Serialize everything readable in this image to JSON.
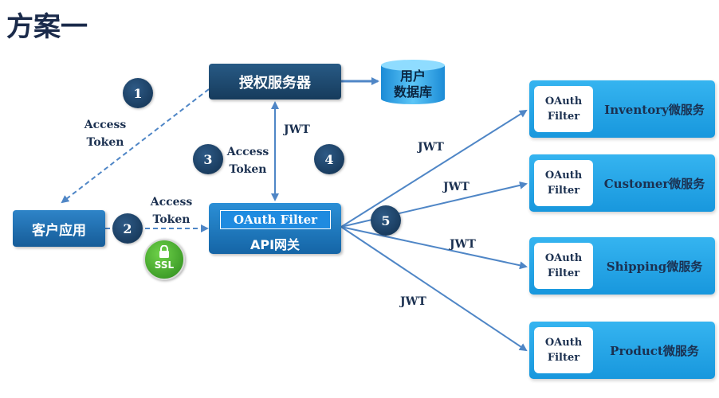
{
  "title": "方案一",
  "nodes": {
    "auth_server": "授权服务器",
    "user_db": [
      "用户",
      "数据库"
    ],
    "client": "客户应用",
    "gateway": {
      "filter": "OAuth Filter",
      "label": "API网关"
    }
  },
  "services": [
    {
      "filter": [
        "OAuth",
        "Filter"
      ],
      "name": "Inventory微服务"
    },
    {
      "filter": [
        "OAuth",
        "Filter"
      ],
      "name": "Customer微服务"
    },
    {
      "filter": [
        "OAuth",
        "Filter"
      ],
      "name": "Shipping微服务"
    },
    {
      "filter": [
        "OAuth",
        "Filter"
      ],
      "name": "Product微服务"
    }
  ],
  "steps": [
    "1",
    "2",
    "3",
    "4",
    "5"
  ],
  "labels": {
    "access_token_1": [
      "Access",
      "Token"
    ],
    "access_token_2": [
      "Access",
      "Token"
    ],
    "access_token_3": [
      "Access",
      "Token"
    ],
    "jwt_auth": "JWT",
    "jwt_1": "JWT",
    "jwt_2": "JWT",
    "jwt_3": "JWT",
    "jwt_4": "JWT"
  },
  "ssl_badge": "SSL",
  "colors": {
    "arrow": "#4f86c6",
    "dashed_arrow": "#4f86c6",
    "service_bg": "#26a6e8",
    "dark_navy": "#163b5c"
  }
}
